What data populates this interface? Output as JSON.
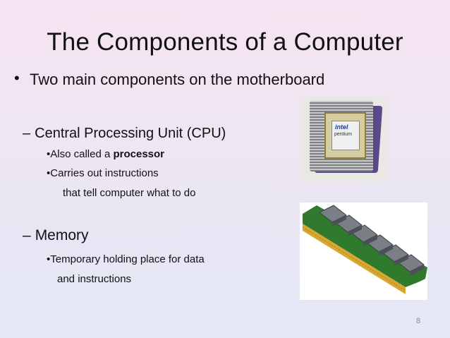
{
  "slide": {
    "title": "The Components of a Computer",
    "bullet_main": "Two main components on the motherboard",
    "items": [
      {
        "heading": "Central Processing Unit (CPU)",
        "sub": [
          {
            "prefix": "Also called a ",
            "bold": "processor"
          },
          {
            "text": "Carries out instructions",
            "cont": "that tell computer what to do"
          }
        ]
      },
      {
        "heading": "Memory",
        "sub": [
          {
            "text": "Temporary holding place for data",
            "cont": "and instructions"
          }
        ]
      }
    ],
    "page_number": "8"
  },
  "images": {
    "cpu_chip_text": "intel",
    "cpu_chip_subtext": "pentium"
  }
}
